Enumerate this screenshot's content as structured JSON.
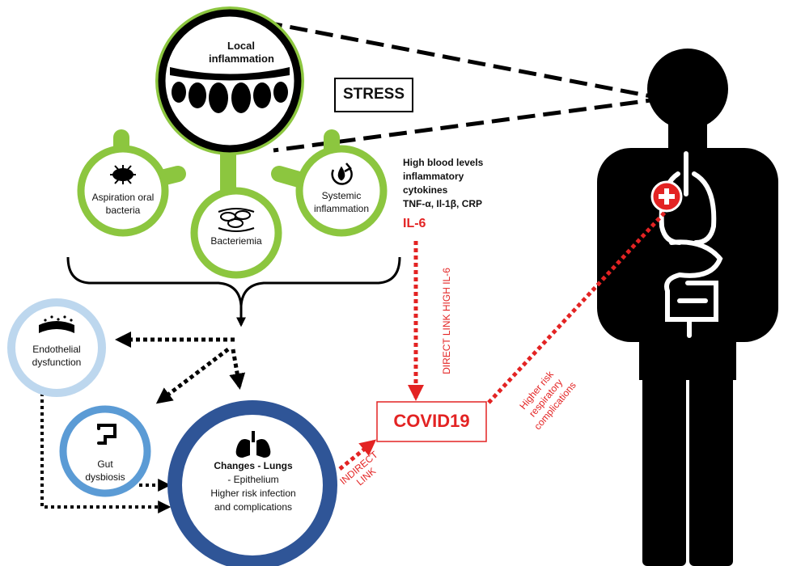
{
  "local": {
    "title": "Local inflammation"
  },
  "stress": {
    "label": "STRESS"
  },
  "aspiration": {
    "label": "Aspiration oral bacteria"
  },
  "bacteriemia": {
    "label": "Bacteriemia"
  },
  "systemic": {
    "label": "Systemic inflammation"
  },
  "cytokines": {
    "line1": "High blood levels",
    "line2": "inflammatory",
    "line3": "cytokines",
    "line4": "TNF-α, Il-1β, CRP",
    "il6": "IL-6"
  },
  "endothelial": {
    "label": "Endothelial dysfunction"
  },
  "gut": {
    "label": "Gut dysbiosis"
  },
  "lungs": {
    "title": "Changes -  Lungs",
    "item1": "-   Epithelium",
    "item2": "Higher risk infection",
    "item3": "and complications"
  },
  "covid": {
    "label": "COVID19"
  },
  "links": {
    "direct": "DIRECT LINK HIGH IL-6",
    "indirect_1": "INDIRECT",
    "indirect_2": "LINK",
    "respiratory_1": "Higher risk",
    "respiratory_2": "respiratory",
    "respiratory_3": "complications"
  },
  "colors": {
    "green": "#8cc63f",
    "red": "#e32323",
    "dark_blue": "#2f5597",
    "mid_blue": "#5b9bd5",
    "light_blue": "#bdd7ee",
    "black": "#000000"
  },
  "icons": [
    "teeth-icon",
    "bacteria-icon",
    "blood-cells-icon",
    "recycle-drop-icon",
    "vessel-icon",
    "intestine-icon",
    "lungs-icon",
    "medical-cross-icon",
    "human-silhouette-icon"
  ]
}
